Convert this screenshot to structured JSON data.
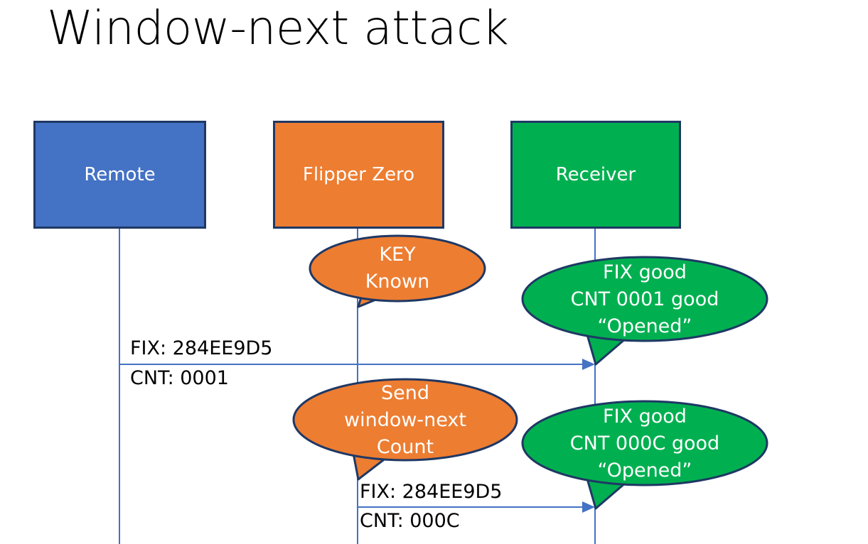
{
  "slide": {
    "title": "Window-next attack",
    "background_color": "#FFFFFF"
  },
  "colors": {
    "remote_fill": "#4472C4",
    "flipper_fill": "#ED7D31",
    "receiver_fill": "#00B050",
    "box_border": "#1F3864",
    "lifeline": "#4472C4",
    "arrow": "#4472C4",
    "callout_border": "#1F3864",
    "label_text": "#000000",
    "callout_text": "#FFFFFF"
  },
  "actors": [
    {
      "id": "remote",
      "label": "Remote",
      "fill": "#4472C4"
    },
    {
      "id": "flipper",
      "label": "Flipper Zero",
      "fill": "#ED7D31"
    },
    {
      "id": "receiver",
      "label": "Receiver",
      "fill": "#00B050"
    }
  ],
  "callouts": [
    {
      "id": "key-known",
      "owner": "flipper",
      "fill": "#ED7D31",
      "lines": [
        "KEY",
        "Known"
      ]
    },
    {
      "id": "receiver-ack-1",
      "owner": "receiver",
      "fill": "#00B050",
      "lines": [
        "FIX good",
        "CNT 0001 good",
        "“Opened”"
      ]
    },
    {
      "id": "send-window-next",
      "owner": "flipper",
      "fill": "#ED7D31",
      "lines": [
        "Send",
        "window-next",
        "Count"
      ]
    },
    {
      "id": "receiver-ack-2",
      "owner": "receiver",
      "fill": "#00B050",
      "lines": [
        "FIX good",
        "CNT 000C good",
        "“Opened”"
      ]
    }
  ],
  "messages": [
    {
      "id": "msg-remote-to-receiver",
      "from": "remote",
      "to": "receiver",
      "fix_label": "FIX: 284EE9D5",
      "cnt_label": "CNT: 0001"
    },
    {
      "id": "msg-flipper-to-receiver",
      "from": "flipper",
      "to": "receiver",
      "fix_label": "FIX: 284EE9D5",
      "cnt_label": "CNT: 000C"
    }
  ]
}
